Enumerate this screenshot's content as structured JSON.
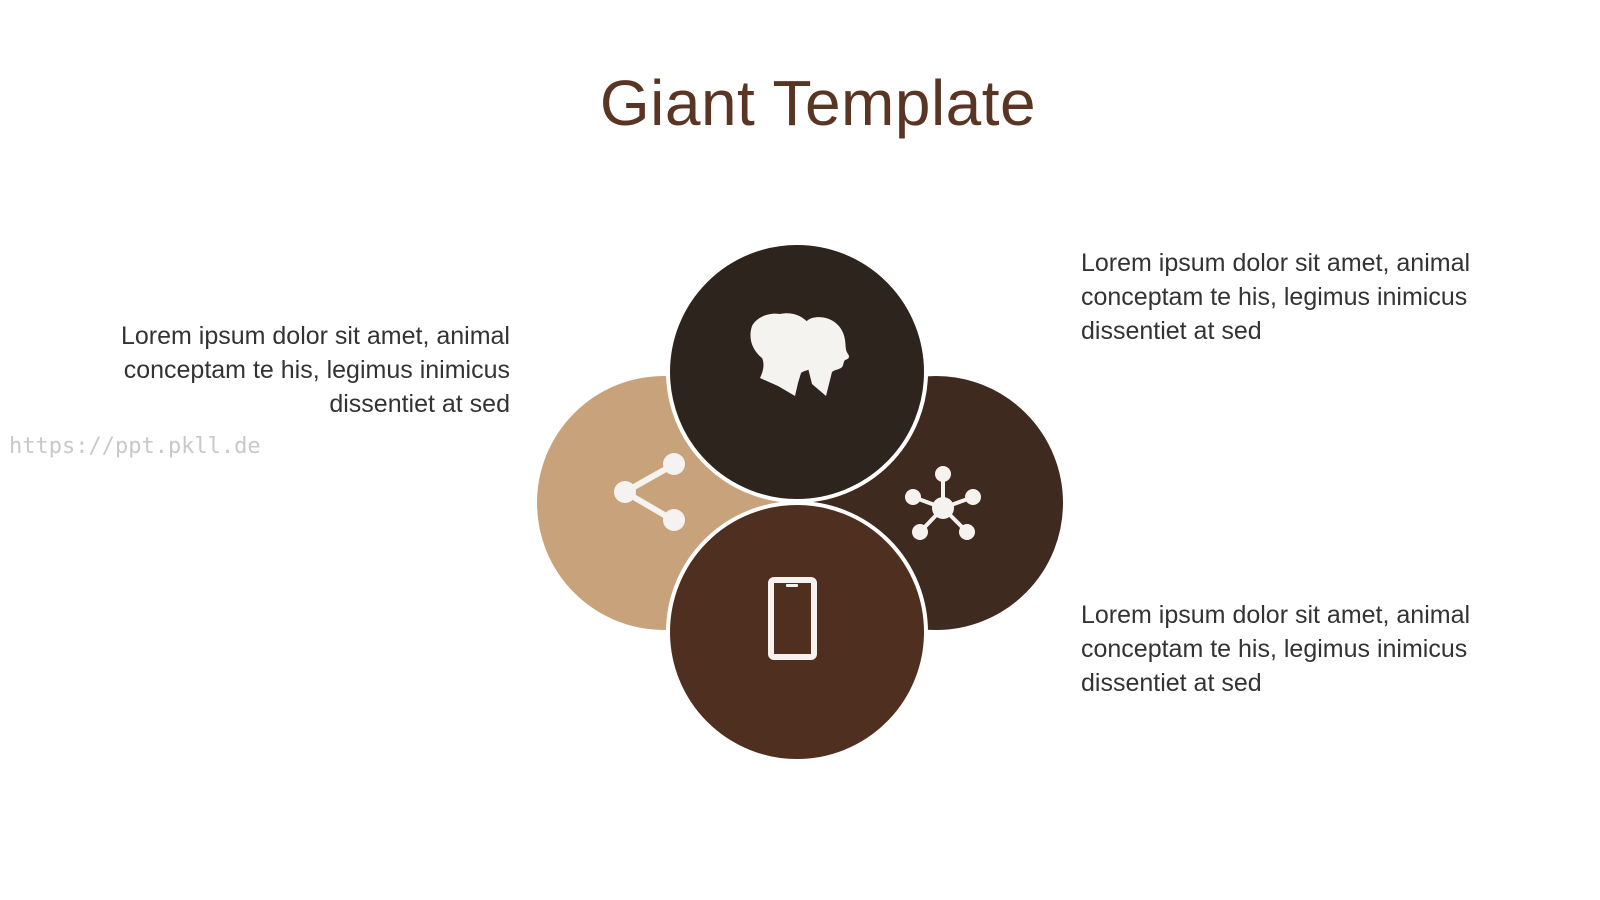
{
  "slide": {
    "title": "Giant Template",
    "watermark": "https://ppt.pkll.de",
    "text_left": "Lorem ipsum dolor sit amet, animal conceptam te his, legimus inimicus dissentiet at sed",
    "text_right_top": "Lorem ipsum dolor sit amet, animal conceptam te his, legimus inimicus dissentiet at sed",
    "text_right_bottom": "Lorem ipsum dolor sit amet, animal conceptam te his, legimus inimicus dissentiet at sed"
  },
  "diagram": {
    "circles": [
      {
        "name": "top",
        "color": "#2e241e",
        "icon": "people-profile-icon"
      },
      {
        "name": "left",
        "color": "#c8a27a",
        "icon": "share-icon"
      },
      {
        "name": "right",
        "color": "#3e2a1f",
        "icon": "network-icon"
      },
      {
        "name": "bottom",
        "color": "#4f3020",
        "icon": "smartphone-icon"
      }
    ],
    "icon_color": "#f5f3f0",
    "gap_color": "#ffffff"
  }
}
